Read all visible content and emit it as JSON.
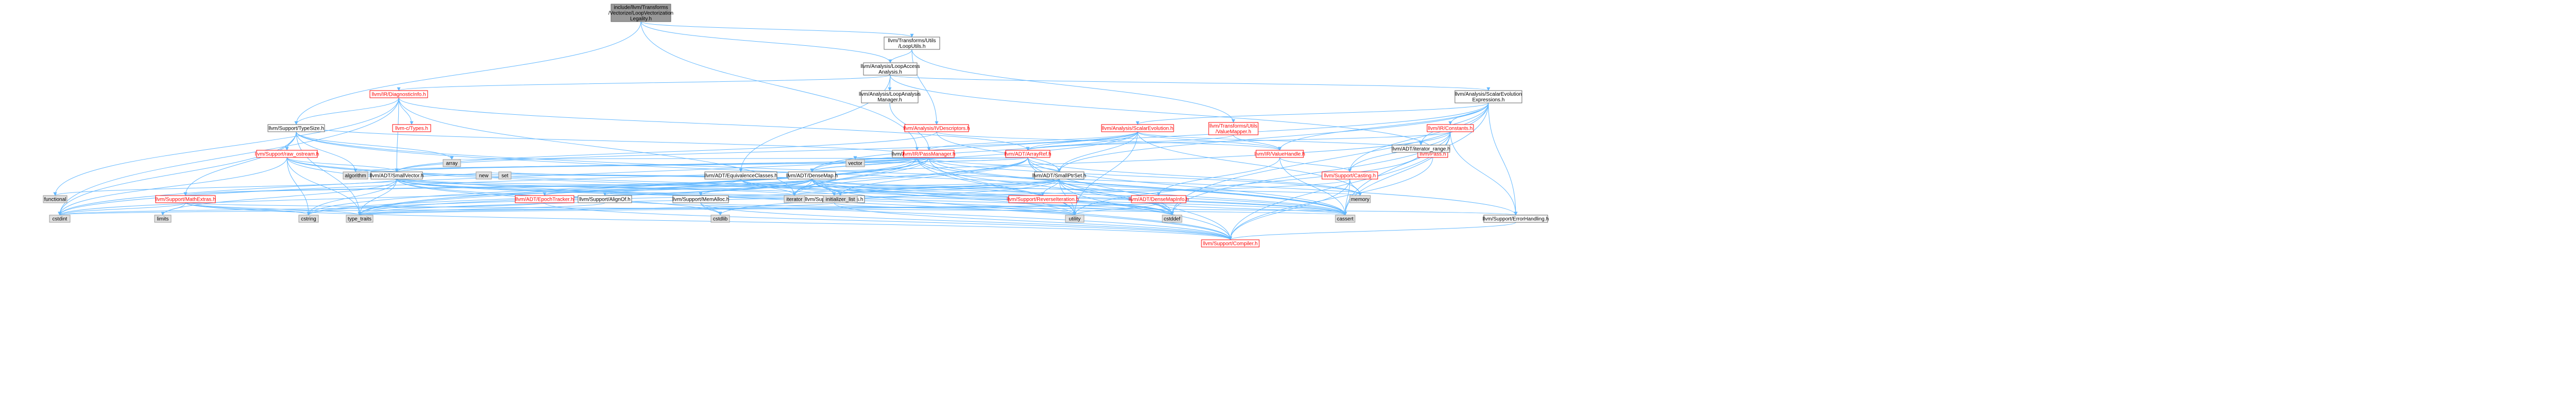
{
  "colors": {
    "root_fill": "#999999",
    "root_stroke": "#666666",
    "node_fill": "#ffffff",
    "node_stroke": "#666666",
    "ext_fill": "#e0e0e0",
    "ext_stroke": "#999999",
    "red_fill": "#ffffff",
    "red_stroke": "#ff0000",
    "red_text": "#ff0000",
    "edge_color": "#63b8ff"
  },
  "nodes": [
    {
      "id": "root",
      "kind": "root",
      "lines": [
        "include/llvm/Transforms",
        "/Vectorize/LoopVectorization",
        "Legality.h"
      ]
    },
    {
      "id": "transforms_utils_looputils",
      "kind": "normal",
      "lines": [
        "llvm/Transforms/Utils",
        "/LoopUtils.h"
      ]
    },
    {
      "id": "analysis_loopaccess",
      "kind": "normal",
      "lines": [
        "llvm/Analysis/LoopAccess",
        "Analysis.h"
      ]
    },
    {
      "id": "ir_diagnosticinfo",
      "kind": "red",
      "lines": [
        "llvm/IR/DiagnosticInfo.h"
      ]
    },
    {
      "id": "analysis_looparalysismanager",
      "kind": "normal",
      "lines": [
        "llvm/Analysis/LoopAnalysis",
        "Manager.h"
      ]
    },
    {
      "id": "analysis_scalarevolutionexpressions",
      "kind": "normal",
      "lines": [
        "llvm/Analysis/ScalarEvolution",
        "Expressions.h"
      ]
    },
    {
      "id": "support_typesize",
      "kind": "normal",
      "lines": [
        "llvm/Support/TypeSize.h"
      ]
    },
    {
      "id": "c_types",
      "kind": "red",
      "lines": [
        "llvm-c/Types.h"
      ]
    },
    {
      "id": "analysis_ivdescriptors",
      "kind": "red",
      "lines": [
        "llvm/Analysis/IVDescriptors.h"
      ]
    },
    {
      "id": "transforms_utils_valuemapper",
      "kind": "red",
      "lines": [
        "llvm/Transforms/Utils",
        "/ValueMapper.h"
      ]
    },
    {
      "id": "analysis_scalarevolution",
      "kind": "red",
      "lines": [
        "llvm/Analysis/ScalarEvolution.h"
      ]
    },
    {
      "id": "ir_constants",
      "kind": "red",
      "lines": [
        "llvm/IR/Constants.h"
      ]
    },
    {
      "id": "support_raw_ostream",
      "kind": "red",
      "lines": [
        "llvm/Support/raw_ostream.h"
      ]
    },
    {
      "id": "adt_mapvector",
      "kind": "normal",
      "lines": [
        "llvm/ADT/MapVector.h"
      ]
    },
    {
      "id": "ir_passmanager",
      "kind": "red",
      "lines": [
        "llvm/IR/PassManager.h"
      ]
    },
    {
      "id": "adt_arrayref",
      "kind": "red",
      "lines": [
        "llvm/ADT/ArrayRef.h"
      ]
    },
    {
      "id": "ir_valuehandle",
      "kind": "red",
      "lines": [
        "llvm/IR/ValueHandle.h"
      ]
    },
    {
      "id": "pass_h",
      "kind": "red",
      "lines": [
        "llvm/Pass.h"
      ]
    },
    {
      "id": "adt_iterator_range",
      "kind": "normal",
      "lines": [
        "llvm/ADT/iterator_range.h"
      ]
    },
    {
      "id": "adt_smallvector",
      "kind": "normal",
      "lines": [
        "llvm/ADT/SmallVector.h"
      ]
    },
    {
      "id": "adt_equivalenceclasses",
      "kind": "normal",
      "lines": [
        "llvm/ADT/EquivalenceClasses.h"
      ]
    },
    {
      "id": "adt_densemap",
      "kind": "normal",
      "lines": [
        "llvm/ADT/DenseMap.h"
      ]
    },
    {
      "id": "adt_smallptrset",
      "kind": "normal",
      "lines": [
        "llvm/ADT/SmallPtrSet.h"
      ]
    },
    {
      "id": "support_casting",
      "kind": "red",
      "lines": [
        "llvm/Support/Casting.h"
      ]
    },
    {
      "id": "support_mathextras",
      "kind": "red",
      "lines": [
        "llvm/Support/MathExtras.h"
      ]
    },
    {
      "id": "adt_epochtracker",
      "kind": "red",
      "lines": [
        "llvm/ADT/EpochTracker.h"
      ]
    },
    {
      "id": "support_alignof",
      "kind": "normal",
      "lines": [
        "llvm/Support/AlignOf.h"
      ]
    },
    {
      "id": "support_memalloc",
      "kind": "normal",
      "lines": [
        "llvm/Support/MemAlloc.h"
      ]
    },
    {
      "id": "support_type_traits",
      "kind": "normal",
      "lines": [
        "llvm/Support/type_traits.h"
      ]
    },
    {
      "id": "support_reverseiteration",
      "kind": "red",
      "lines": [
        "llvm/Support/ReverseIteration.h"
      ]
    },
    {
      "id": "adt_densemapinfo",
      "kind": "red",
      "lines": [
        "llvm/ADT/DenseMapInfo.h"
      ]
    },
    {
      "id": "support_errorhandling",
      "kind": "normal",
      "lines": [
        "llvm/Support/ErrorHandling.h"
      ]
    },
    {
      "id": "support_compiler",
      "kind": "red",
      "lines": [
        "llvm/Support/Compiler.h"
      ]
    },
    {
      "id": "functional",
      "kind": "ext",
      "lines": [
        "functional"
      ]
    },
    {
      "id": "cstdint",
      "kind": "ext",
      "lines": [
        "cstdint"
      ]
    },
    {
      "id": "limits",
      "kind": "ext",
      "lines": [
        "limits"
      ]
    },
    {
      "id": "cstring",
      "kind": "ext",
      "lines": [
        "cstring"
      ]
    },
    {
      "id": "type_traits",
      "kind": "ext",
      "lines": [
        "type_traits"
      ]
    },
    {
      "id": "algorithm",
      "kind": "ext",
      "lines": [
        "algorithm"
      ]
    },
    {
      "id": "array",
      "kind": "ext",
      "lines": [
        "array"
      ]
    },
    {
      "id": "new",
      "kind": "ext",
      "lines": [
        "new"
      ]
    },
    {
      "id": "set",
      "kind": "ext",
      "lines": [
        "set"
      ]
    },
    {
      "id": "iterator",
      "kind": "ext",
      "lines": [
        "iterator"
      ]
    },
    {
      "id": "initializer_list",
      "kind": "ext",
      "lines": [
        "initializer_list"
      ]
    },
    {
      "id": "vector",
      "kind": "ext",
      "lines": [
        "vector"
      ]
    },
    {
      "id": "cstdlib",
      "kind": "ext",
      "lines": [
        "cstdlib"
      ]
    },
    {
      "id": "utility",
      "kind": "ext",
      "lines": [
        "utility"
      ]
    },
    {
      "id": "cstddef",
      "kind": "ext",
      "lines": [
        "cstddef"
      ]
    },
    {
      "id": "cassert",
      "kind": "ext",
      "lines": [
        "cassert"
      ]
    },
    {
      "id": "memory",
      "kind": "ext",
      "lines": [
        "memory"
      ]
    }
  ],
  "edges": [
    [
      "root",
      "transforms_utils_looputils"
    ],
    [
      "root",
      "analysis_loopaccess"
    ],
    [
      "root",
      "support_typesize"
    ],
    [
      "root",
      "adt_mapvector"
    ],
    [
      "transforms_utils_looputils",
      "analysis_loopaccess"
    ],
    [
      "transforms_utils_looputils",
      "analysis_ivdescriptors"
    ],
    [
      "transforms_utils_looputils",
      "transforms_utils_valuemapper"
    ],
    [
      "analysis_loopaccess",
      "ir_diagnosticinfo"
    ],
    [
      "analysis_loopaccess",
      "analysis_looparalysismanager"
    ],
    [
      "analysis_loopaccess",
      "analysis_scalarevolutionexpressions"
    ],
    [
      "analysis_loopaccess",
      "adt_equivalenceclasses"
    ],
    [
      "analysis_loopaccess",
      "pass_h"
    ],
    [
      "ir_diagnosticinfo",
      "support_typesize"
    ],
    [
      "ir_diagnosticinfo",
      "c_types"
    ],
    [
      "ir_diagnosticinfo",
      "adt_arrayref"
    ],
    [
      "ir_diagnosticinfo",
      "adt_smallvector"
    ],
    [
      "ir_diagnosticinfo",
      "functional"
    ],
    [
      "ir_diagnosticinfo",
      "cstdint"
    ],
    [
      "ir_diagnosticinfo",
      "iterator"
    ],
    [
      "analysis_looparalysismanager",
      "ir_passmanager"
    ],
    [
      "analysis_scalarevolutionexpressions",
      "analysis_scalarevolution"
    ],
    [
      "analysis_scalarevolutionexpressions",
      "ir_constants"
    ],
    [
      "analysis_scalarevolutionexpressions",
      "ir_valuehandle"
    ],
    [
      "analysis_scalarevolutionexpressions",
      "adt_iterator_range"
    ],
    [
      "analysis_scalarevolutionexpressions",
      "adt_densemap"
    ],
    [
      "analysis_scalarevolutionexpressions",
      "adt_smallptrset"
    ],
    [
      "analysis_scalarevolutionexpressions",
      "support_casting"
    ],
    [
      "analysis_scalarevolutionexpressions",
      "support_errorhandling"
    ],
    [
      "analysis_scalarevolutionexpressions",
      "cassert"
    ],
    [
      "analysis_scalarevolutionexpressions",
      "cstddef"
    ],
    [
      "support_typesize",
      "support_raw_ostream"
    ],
    [
      "support_typesize",
      "support_mathextras"
    ],
    [
      "support_typesize",
      "support_errorhandling"
    ],
    [
      "support_typesize",
      "algorithm"
    ],
    [
      "support_typesize",
      "array"
    ],
    [
      "support_typesize",
      "cassert"
    ],
    [
      "support_typesize",
      "cstdint"
    ],
    [
      "support_typesize",
      "type_traits"
    ],
    [
      "analysis_ivdescriptors",
      "adt_smallptrset"
    ],
    [
      "analysis_ivdescriptors",
      "adt_smallvector"
    ],
    [
      "analysis_ivdescriptors",
      "ir_valuehandle"
    ],
    [
      "transforms_utils_valuemapper",
      "adt_arrayref"
    ],
    [
      "transforms_utils_valuemapper",
      "ir_valuehandle"
    ],
    [
      "analysis_scalarevolution",
      "adt_arrayref"
    ],
    [
      "analysis_scalarevolution",
      "adt_densemap"
    ],
    [
      "analysis_scalarevolution",
      "adt_smallptrset"
    ],
    [
      "analysis_scalarevolution",
      "adt_smallvector"
    ],
    [
      "analysis_scalarevolution",
      "ir_passmanager"
    ],
    [
      "analysis_scalarevolution",
      "ir_valuehandle"
    ],
    [
      "analysis_scalarevolution",
      "pass_h"
    ],
    [
      "analysis_scalarevolution",
      "memory"
    ],
    [
      "analysis_scalarevolution",
      "utility"
    ],
    [
      "analysis_scalarevolution",
      "cstdint"
    ],
    [
      "ir_constants",
      "adt_arrayref"
    ],
    [
      "ir_constants",
      "support_casting"
    ],
    [
      "ir_constants",
      "support_compiler"
    ],
    [
      "ir_constants",
      "support_errorhandling"
    ],
    [
      "ir_constants",
      "cassert"
    ],
    [
      "ir_constants",
      "cstddef"
    ],
    [
      "ir_constants",
      "cstdint"
    ],
    [
      "support_raw_ostream",
      "adt_smallvector"
    ],
    [
      "support_raw_ostream",
      "support_compiler"
    ],
    [
      "support_raw_ostream",
      "cassert"
    ],
    [
      "support_raw_ostream",
      "cstddef"
    ],
    [
      "support_raw_ostream",
      "cstdint"
    ],
    [
      "support_raw_ostream",
      "cstring"
    ],
    [
      "support_raw_ostream",
      "type_traits"
    ],
    [
      "adt_mapvector",
      "adt_densemap"
    ],
    [
      "adt_mapvector",
      "adt_smallvector"
    ],
    [
      "adt_mapvector",
      "cassert"
    ],
    [
      "adt_mapvector",
      "cstddef"
    ],
    [
      "adt_mapvector",
      "iterator"
    ],
    [
      "adt_mapvector",
      "type_traits"
    ],
    [
      "adt_mapvector",
      "utility"
    ],
    [
      "adt_mapvector",
      "vector"
    ],
    [
      "ir_passmanager",
      "adt_densemap"
    ],
    [
      "ir_passmanager",
      "adt_smallptrset"
    ],
    [
      "ir_passmanager",
      "adt_smallvector"
    ],
    [
      "ir_passmanager",
      "support_typesize"
    ],
    [
      "ir_passmanager",
      "cassert"
    ],
    [
      "ir_passmanager",
      "cstring"
    ],
    [
      "ir_passmanager",
      "iterator"
    ],
    [
      "ir_passmanager",
      "memory"
    ],
    [
      "ir_passmanager",
      "type_traits"
    ],
    [
      "ir_passmanager",
      "utility"
    ],
    [
      "ir_passmanager",
      "vector"
    ],
    [
      "adt_arrayref",
      "adt_smallvector"
    ],
    [
      "adt_arrayref",
      "support_compiler"
    ],
    [
      "adt_arrayref",
      "algorithm"
    ],
    [
      "adt_arrayref",
      "array"
    ],
    [
      "adt_arrayref",
      "cassert"
    ],
    [
      "adt_arrayref",
      "cstddef"
    ],
    [
      "adt_arrayref",
      "initializer_list"
    ],
    [
      "adt_arrayref",
      "iterator"
    ],
    [
      "adt_arrayref",
      "memory"
    ],
    [
      "adt_arrayref",
      "type_traits"
    ],
    [
      "adt_arrayref",
      "vector"
    ],
    [
      "ir_valuehandle",
      "adt_densemapinfo"
    ],
    [
      "ir_valuehandle",
      "support_casting"
    ],
    [
      "ir_valuehandle",
      "cassert"
    ],
    [
      "pass_h",
      "support_compiler"
    ],
    [
      "adt_iterator_range",
      "utility"
    ],
    [
      "adt_smallvector",
      "support_compiler"
    ],
    [
      "adt_smallvector",
      "algorithm"
    ],
    [
      "adt_smallvector",
      "cassert"
    ],
    [
      "adt_smallvector",
      "cstddef"
    ],
    [
      "adt_smallvector",
      "cstdlib"
    ],
    [
      "adt_smallvector",
      "cstring"
    ],
    [
      "adt_smallvector",
      "functional"
    ],
    [
      "adt_smallvector",
      "initializer_list"
    ],
    [
      "adt_smallvector",
      "iterator"
    ],
    [
      "adt_smallvector",
      "limits"
    ],
    [
      "adt_smallvector",
      "memory"
    ],
    [
      "adt_smallvector",
      "new"
    ],
    [
      "adt_smallvector",
      "type_traits"
    ],
    [
      "adt_smallvector",
      "utility"
    ],
    [
      "adt_equivalenceclasses",
      "support_mathextras"
    ],
    [
      "adt_equivalenceclasses",
      "cassert"
    ],
    [
      "adt_equivalenceclasses",
      "cstddef"
    ],
    [
      "adt_equivalenceclasses",
      "cstdint"
    ],
    [
      "adt_equivalenceclasses",
      "iterator"
    ],
    [
      "adt_equivalenceclasses",
      "set"
    ],
    [
      "adt_densemap",
      "adt_densemapinfo"
    ],
    [
      "adt_densemap",
      "adt_epochtracker"
    ],
    [
      "adt_densemap",
      "support_alignof"
    ],
    [
      "adt_densemap",
      "support_compiler"
    ],
    [
      "adt_densemap",
      "support_mathextras"
    ],
    [
      "adt_densemap",
      "support_memalloc"
    ],
    [
      "adt_densemap",
      "support_reverseiteration"
    ],
    [
      "adt_densemap",
      "support_type_traits"
    ],
    [
      "adt_densemap",
      "algorithm"
    ],
    [
      "adt_densemap",
      "cassert"
    ],
    [
      "adt_densemap",
      "cstddef"
    ],
    [
      "adt_densemap",
      "cstring"
    ],
    [
      "adt_densemap",
      "initializer_list"
    ],
    [
      "adt_densemap",
      "iterator"
    ],
    [
      "adt_densemap",
      "new"
    ],
    [
      "adt_densemap",
      "type_traits"
    ],
    [
      "adt_densemap",
      "utility"
    ],
    [
      "adt_smallptrset",
      "adt_epochtracker"
    ],
    [
      "adt_smallptrset",
      "support_compiler"
    ],
    [
      "adt_smallptrset",
      "support_reverseiteration"
    ],
    [
      "adt_smallptrset",
      "support_type_traits"
    ],
    [
      "adt_smallptrset",
      "cassert"
    ],
    [
      "adt_smallptrset",
      "cstddef"
    ],
    [
      "adt_smallptrset",
      "cstdlib"
    ],
    [
      "adt_smallptrset",
      "cstring"
    ],
    [
      "adt_smallptrset",
      "initializer_list"
    ],
    [
      "adt_smallptrset",
      "iterator"
    ],
    [
      "adt_smallptrset",
      "utility"
    ],
    [
      "support_casting",
      "support_compiler"
    ],
    [
      "support_casting",
      "cassert"
    ],
    [
      "support_casting",
      "memory"
    ],
    [
      "support_casting",
      "type_traits"
    ],
    [
      "support_mathextras",
      "support_compiler"
    ],
    [
      "support_mathextras",
      "cassert"
    ],
    [
      "support_mathextras",
      "cstdint"
    ],
    [
      "support_mathextras",
      "cstring"
    ],
    [
      "support_mathextras",
      "limits"
    ],
    [
      "support_mathextras",
      "type_traits"
    ],
    [
      "adt_epochtracker",
      "support_compiler"
    ],
    [
      "adt_epochtracker",
      "cstdint"
    ],
    [
      "support_alignof",
      "type_traits"
    ],
    [
      "support_memalloc",
      "support_compiler"
    ],
    [
      "support_memalloc",
      "support_errorhandling"
    ],
    [
      "support_memalloc",
      "cstdlib"
    ],
    [
      "support_type_traits",
      "support_compiler"
    ],
    [
      "support_type_traits",
      "type_traits"
    ],
    [
      "support_type_traits",
      "utility"
    ],
    [
      "support_reverseiteration",
      "cstddef"
    ],
    [
      "adt_densemapinfo",
      "cassert"
    ],
    [
      "adt_densemapinfo",
      "cstddef"
    ],
    [
      "adt_densemapinfo",
      "cstdint"
    ],
    [
      "adt_densemapinfo",
      "tuple_none"
    ],
    [
      "adt_densemapinfo",
      "type_traits"
    ],
    [
      "adt_densemapinfo",
      "utility"
    ],
    [
      "support_errorhandling",
      "support_compiler"
    ]
  ]
}
